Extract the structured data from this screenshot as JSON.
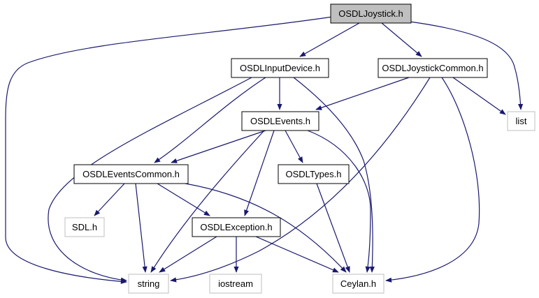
{
  "diagram": {
    "nodes": [
      {
        "id": "osdljoystick",
        "label": "OSDLJoystick.h",
        "style": "root"
      },
      {
        "id": "osdlinputdevice",
        "label": "OSDLInputDevice.h",
        "style": "header"
      },
      {
        "id": "osdljoystickcommon",
        "label": "OSDLJoystickCommon.h",
        "style": "header"
      },
      {
        "id": "list",
        "label": "list",
        "style": "external"
      },
      {
        "id": "osdlevents",
        "label": "OSDLEvents.h",
        "style": "header"
      },
      {
        "id": "osdleventscommon",
        "label": "OSDLEventsCommon.h",
        "style": "header"
      },
      {
        "id": "osdltypes",
        "label": "OSDLTypes.h",
        "style": "header"
      },
      {
        "id": "sdl",
        "label": "SDL.h",
        "style": "external"
      },
      {
        "id": "osdlexception",
        "label": "OSDLException.h",
        "style": "header"
      },
      {
        "id": "string",
        "label": "string",
        "style": "external"
      },
      {
        "id": "iostream",
        "label": "iostream",
        "style": "external"
      },
      {
        "id": "ceylan",
        "label": "Ceylan.h",
        "style": "external"
      }
    ],
    "edges": [
      {
        "from": "osdljoystick",
        "to": "osdlinputdevice"
      },
      {
        "from": "osdljoystick",
        "to": "osdljoystickcommon"
      },
      {
        "from": "osdljoystick",
        "to": "list"
      },
      {
        "from": "osdljoystick",
        "to": "string"
      },
      {
        "from": "osdlinputdevice",
        "to": "osdlevents"
      },
      {
        "from": "osdlinputdevice",
        "to": "osdleventscommon"
      },
      {
        "from": "osdlinputdevice",
        "to": "string"
      },
      {
        "from": "osdlinputdevice",
        "to": "ceylan"
      },
      {
        "from": "osdljoystickcommon",
        "to": "osdlevents"
      },
      {
        "from": "osdljoystickcommon",
        "to": "list"
      },
      {
        "from": "osdljoystickcommon",
        "to": "string"
      },
      {
        "from": "osdljoystickcommon",
        "to": "ceylan"
      },
      {
        "from": "osdlevents",
        "to": "osdleventscommon"
      },
      {
        "from": "osdlevents",
        "to": "osdltypes"
      },
      {
        "from": "osdlevents",
        "to": "osdlexception"
      },
      {
        "from": "osdlevents",
        "to": "string"
      },
      {
        "from": "osdlevents",
        "to": "ceylan"
      },
      {
        "from": "osdleventscommon",
        "to": "sdl"
      },
      {
        "from": "osdleventscommon",
        "to": "osdlexception"
      },
      {
        "from": "osdleventscommon",
        "to": "string"
      },
      {
        "from": "osdleventscommon",
        "to": "ceylan"
      },
      {
        "from": "osdltypes",
        "to": "ceylan"
      },
      {
        "from": "osdlexception",
        "to": "string"
      },
      {
        "from": "osdlexception",
        "to": "iostream"
      },
      {
        "from": "osdlexception",
        "to": "ceylan"
      }
    ]
  },
  "colors": {
    "edge": "#191970",
    "root_fill": "#bfbfbf",
    "node_fill": "#ffffff",
    "node_border": "#000000",
    "external_border": "#bfbfbf",
    "text": "#000000",
    "external_text": "#000000"
  }
}
